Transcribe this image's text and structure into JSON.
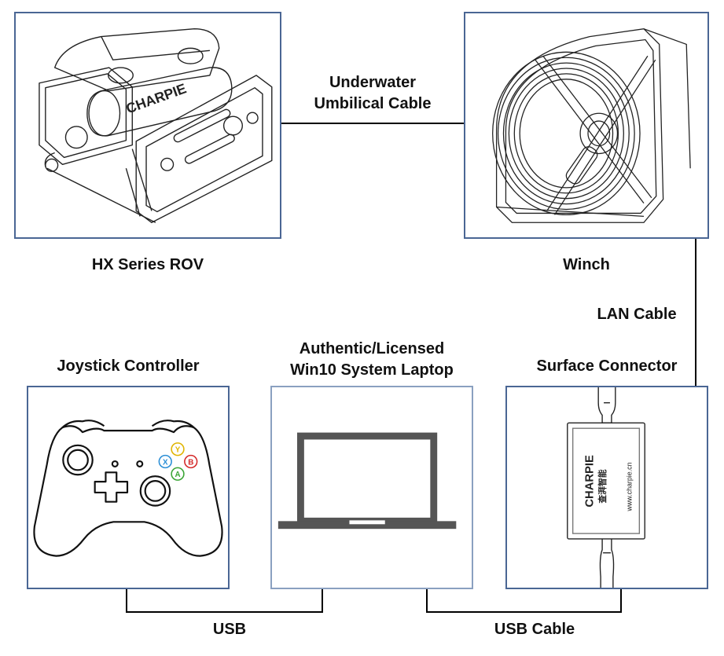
{
  "diagram": {
    "nodes": {
      "rov": {
        "label": "HX Series ROV",
        "brand_text": "CHARPIE"
      },
      "winch": {
        "label": "Winch"
      },
      "joystick": {
        "label": "Joystick Controller",
        "buttons": [
          "Y",
          "X",
          "B",
          "A"
        ]
      },
      "laptop": {
        "label_line1": "Authentic/Licensed",
        "label_line2": "Win10 System Laptop"
      },
      "surface": {
        "label": "Surface Connector",
        "brand_text": "CHARPIE",
        "brand_cn": "查湃智能",
        "website": "www.charpie.cn"
      }
    },
    "edges": {
      "rov_winch": {
        "label_line1": "Underwater",
        "label_line2": "Umbilical Cable"
      },
      "winch_surface": {
        "label": "LAN Cable"
      },
      "joystick_laptop": {
        "label": "USB"
      },
      "laptop_surface": {
        "label": "USB Cable"
      }
    },
    "colors": {
      "box_border": "#4a6694",
      "line": "#000000",
      "button_y": "#e0b400",
      "button_x": "#2c8fd6",
      "button_b": "#d42a2a",
      "button_a": "#3aa535"
    }
  }
}
